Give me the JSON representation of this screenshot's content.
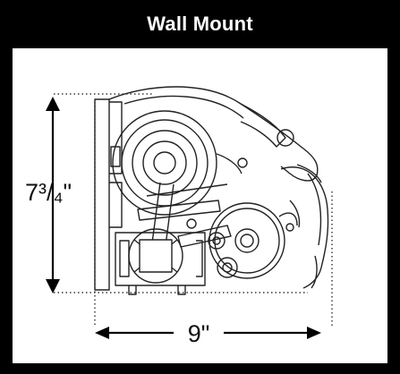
{
  "header": {
    "title": "Wall Mount"
  },
  "dimensions": {
    "height_label": "7³/₄\"",
    "width_label": "9\""
  },
  "colors": {
    "frame": "#000000",
    "panel": "#ffffff",
    "line": "#111111"
  },
  "icons": {
    "height_arrow": "vertical-double-arrow",
    "width_arrow": "horizontal-double-arrow"
  }
}
